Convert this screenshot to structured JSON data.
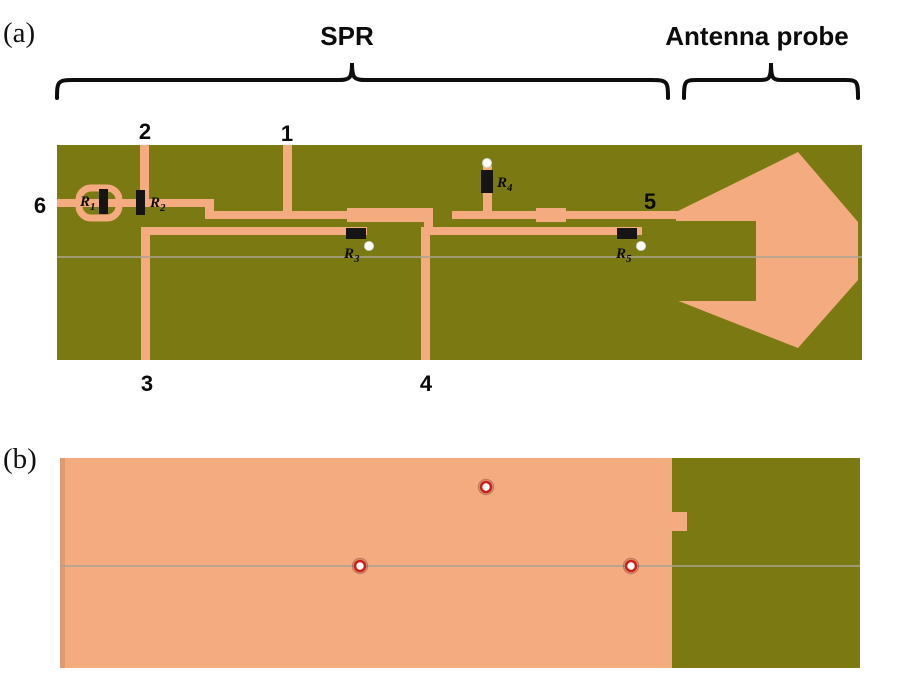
{
  "colors": {
    "board": "#7b7a12",
    "copper": "#f4ab80",
    "chip": "#151515",
    "via_ring": "#c9201d",
    "brace": "#0d0d0d"
  },
  "figure": {
    "panel_a_label": "(a)",
    "panel_b_label": "(b)",
    "section_labels": {
      "spr": "SPR",
      "antenna": "Antenna probe"
    },
    "ports": {
      "p1": "1",
      "p2": "2",
      "p3": "3",
      "p4": "4",
      "p5": "5",
      "p6": "6"
    },
    "resistors": {
      "r1": {
        "base": "R",
        "sub": "1"
      },
      "r2": {
        "base": "R",
        "sub": "2"
      },
      "r3": {
        "base": "R",
        "sub": "3"
      },
      "r4": {
        "base": "R",
        "sub": "4"
      },
      "r5": {
        "base": "R",
        "sub": "5"
      }
    }
  }
}
